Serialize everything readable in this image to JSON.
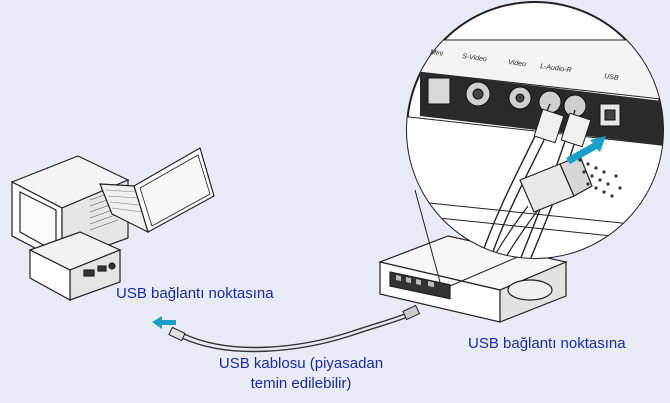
{
  "labels": {
    "usb_port_computer": "USB bağlantı noktasına",
    "usb_port_projector": "USB bağlantı noktasına",
    "cable_line1": "USB kablosu (piyasadan",
    "cable_line2": "temin edilebilir)"
  },
  "port_labels": [
    "Mini",
    "S-Video",
    "Video",
    "L-Audio-R",
    "USB"
  ],
  "colors": {
    "background": "#e8ebf6",
    "label_text": "#1b2aa8",
    "arrow": "#1aa0c8",
    "line_art": "#222222"
  }
}
